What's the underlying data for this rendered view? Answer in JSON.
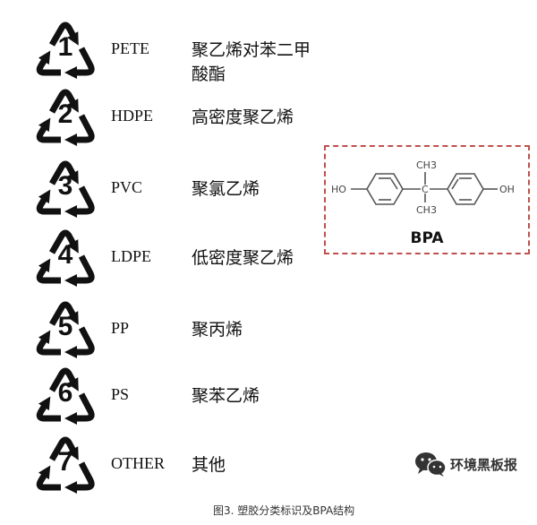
{
  "items": [
    {
      "number": "1",
      "code": "PETE",
      "name": "聚乙烯对苯二甲酸酯"
    },
    {
      "number": "2",
      "code": "HDPE",
      "name": "高密度聚乙烯"
    },
    {
      "number": "3",
      "code": "PVC",
      "name": "聚氯乙烯"
    },
    {
      "number": "4",
      "code": "LDPE",
      "name": "低密度聚乙烯"
    },
    {
      "number": "5",
      "code": "PP",
      "name": "聚丙烯"
    },
    {
      "number": "6",
      "code": "PS",
      "name": "聚苯乙烯"
    },
    {
      "number": "7",
      "code": "OTHER",
      "name": "其他"
    }
  ],
  "bpa": {
    "label": "BPA",
    "ho_left": "HO",
    "oh_right": "OH",
    "ch3_top": "CH3",
    "ch3_bottom": "CH3",
    "c": "C"
  },
  "watermark": {
    "text": "环境黑板报",
    "icon": "wechat-icon"
  },
  "caption": "图3. 塑胶分类标识及BPA结构",
  "colors": {
    "box_border": "#c0504d"
  }
}
